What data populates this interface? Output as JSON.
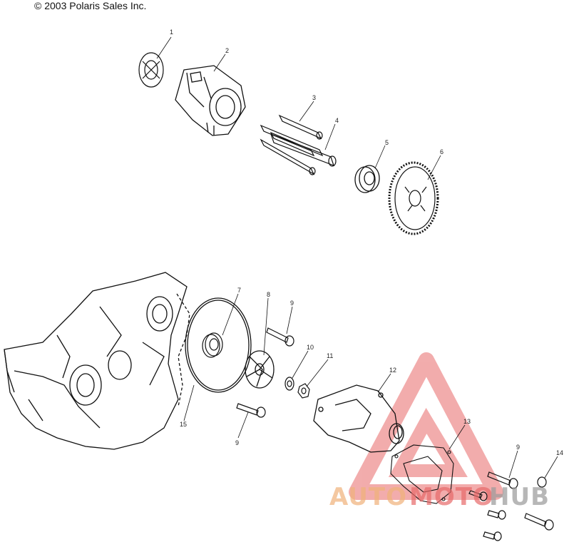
{
  "copyright": "© 2003 Polaris Sales Inc.",
  "callouts": [
    "1",
    "2",
    "3",
    "4",
    "5",
    "6",
    "7",
    "8",
    "9",
    "10",
    "11",
    "12",
    "13",
    "14",
    "15",
    "9",
    "9"
  ],
  "watermark": {
    "auto": "AUTO",
    "moto": "MOTO",
    "hub": "HUB"
  },
  "colors": {
    "line": "#111111",
    "watermark_red": "#e86a6a",
    "watermark_orange": "#f0b27a",
    "watermark_gray": "#9a9a9a"
  }
}
